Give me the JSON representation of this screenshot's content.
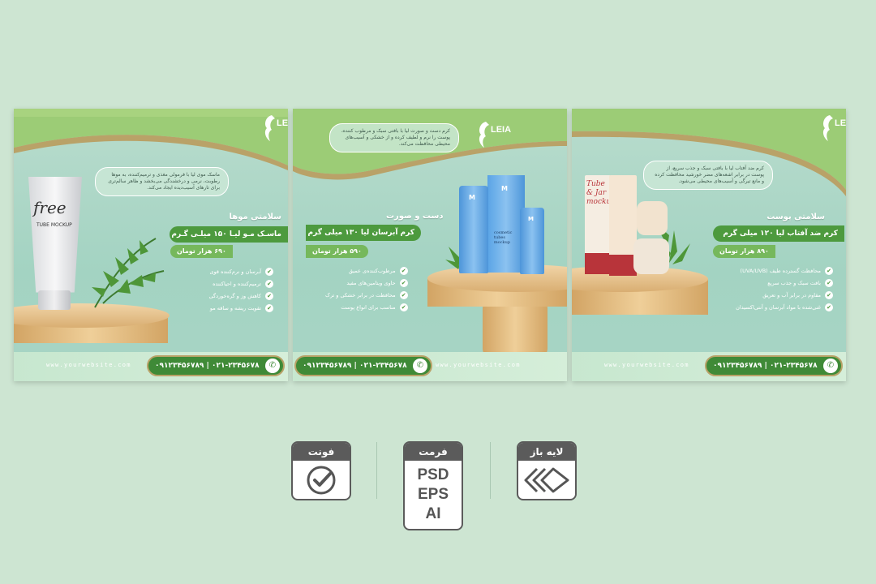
{
  "brand": {
    "name": "LEIA"
  },
  "colors": {
    "background": "#cde5d2",
    "green_dark": "#3f8a37",
    "green_light": "#9ccc76",
    "gold": "#b9a268"
  },
  "panels": [
    {
      "description": "ماسک موی لیا با فرمولی مغذی و ترمیم‌کننده، به موها رطوبت، نرمی و درخشندگی می‌بخشد و ظاهر سالم‌تری برای تارهای آسیب‌دیده ایجاد می‌کند.",
      "heading": "سلامتی موها",
      "product": "ماسـک مـو لیـا ۱۵۰ میلـی گـرم",
      "price": "۶۹۰ هزار تومان",
      "features": [
        "آبرسان و نرم‌کننده قوی",
        "ترمیم‌کننده و احیاکننده",
        "کاهش وز و گره‌خوردگی",
        "تقویت ریشه و ساقه مو"
      ],
      "website": "www.yourwebsite.com",
      "phones": "۰۹۱۲۳۴۵۶۷۸۹ | ۰۲۱-۲۳۴۵۶۷۸",
      "mockup_brand": "free",
      "mockup_label": "TUBE MOCKUP"
    },
    {
      "description": "کرم دست و صورت لیا با بافتی سبک و مرطوب کننده، پوست را نرم و لطیف کرده و از خشکی و آسیب‌های محیطی محافظت می‌کند.",
      "heading": "دست و صورت",
      "product": "کرم آبرسان لیا ۱۳۰ میلی گرم",
      "price": "۵۹۰ هزار تومان",
      "features": [
        "مرطوب‌کننده‌ی عمیق",
        "حاوی ویتامین‌های مفید",
        "محافظت در برابر خشکی و ترک",
        "مناسب برای انواع پوست"
      ],
      "website": "www.yourwebsite.com",
      "phones": "۰۹۱۲۳۴۵۶۷۸۹ | ۰۲۱-۲۳۴۵۶۷۸",
      "mockup_label": "cosmetic tubes mockup"
    },
    {
      "description": "کرم ضد آفتاب لیا با بافتی سبک و جذب سریع، از پوست در برابر اشعه‌های مضر خورشید محافظت کرده و مانع تیرگی و آسیب‌های محیطی می‌شود.",
      "heading": "سلامتی پوست",
      "product": "کرم ضد آفتاب لیا ۱۲۰ میلی گرم",
      "price": "۸۹۰ هزار تومان",
      "features": [
        "محافظت گسترده طیف (UVA/UVB)",
        "بافت سبک و جذب سریع",
        "مقاوم در برابر آب و تعریق",
        "غنی‌شده با مواد آبرسان و آنتی‌اکسیدان"
      ],
      "website": "www.yourwebsite.com",
      "phones": "۰۹۱۲۳۴۵۶۷۸۹ | ۰۲۱-۲۳۴۵۶۷۸",
      "mockup_label": "Tube & Jar mockup"
    }
  ],
  "badges": {
    "font": {
      "title": "فونت",
      "icon": "check-circle-icon"
    },
    "format": {
      "title": "فرمت",
      "items": [
        "PSD",
        "EPS",
        "AI"
      ]
    },
    "layers": {
      "title": "لایه باز",
      "icon": "layers-icon"
    }
  }
}
